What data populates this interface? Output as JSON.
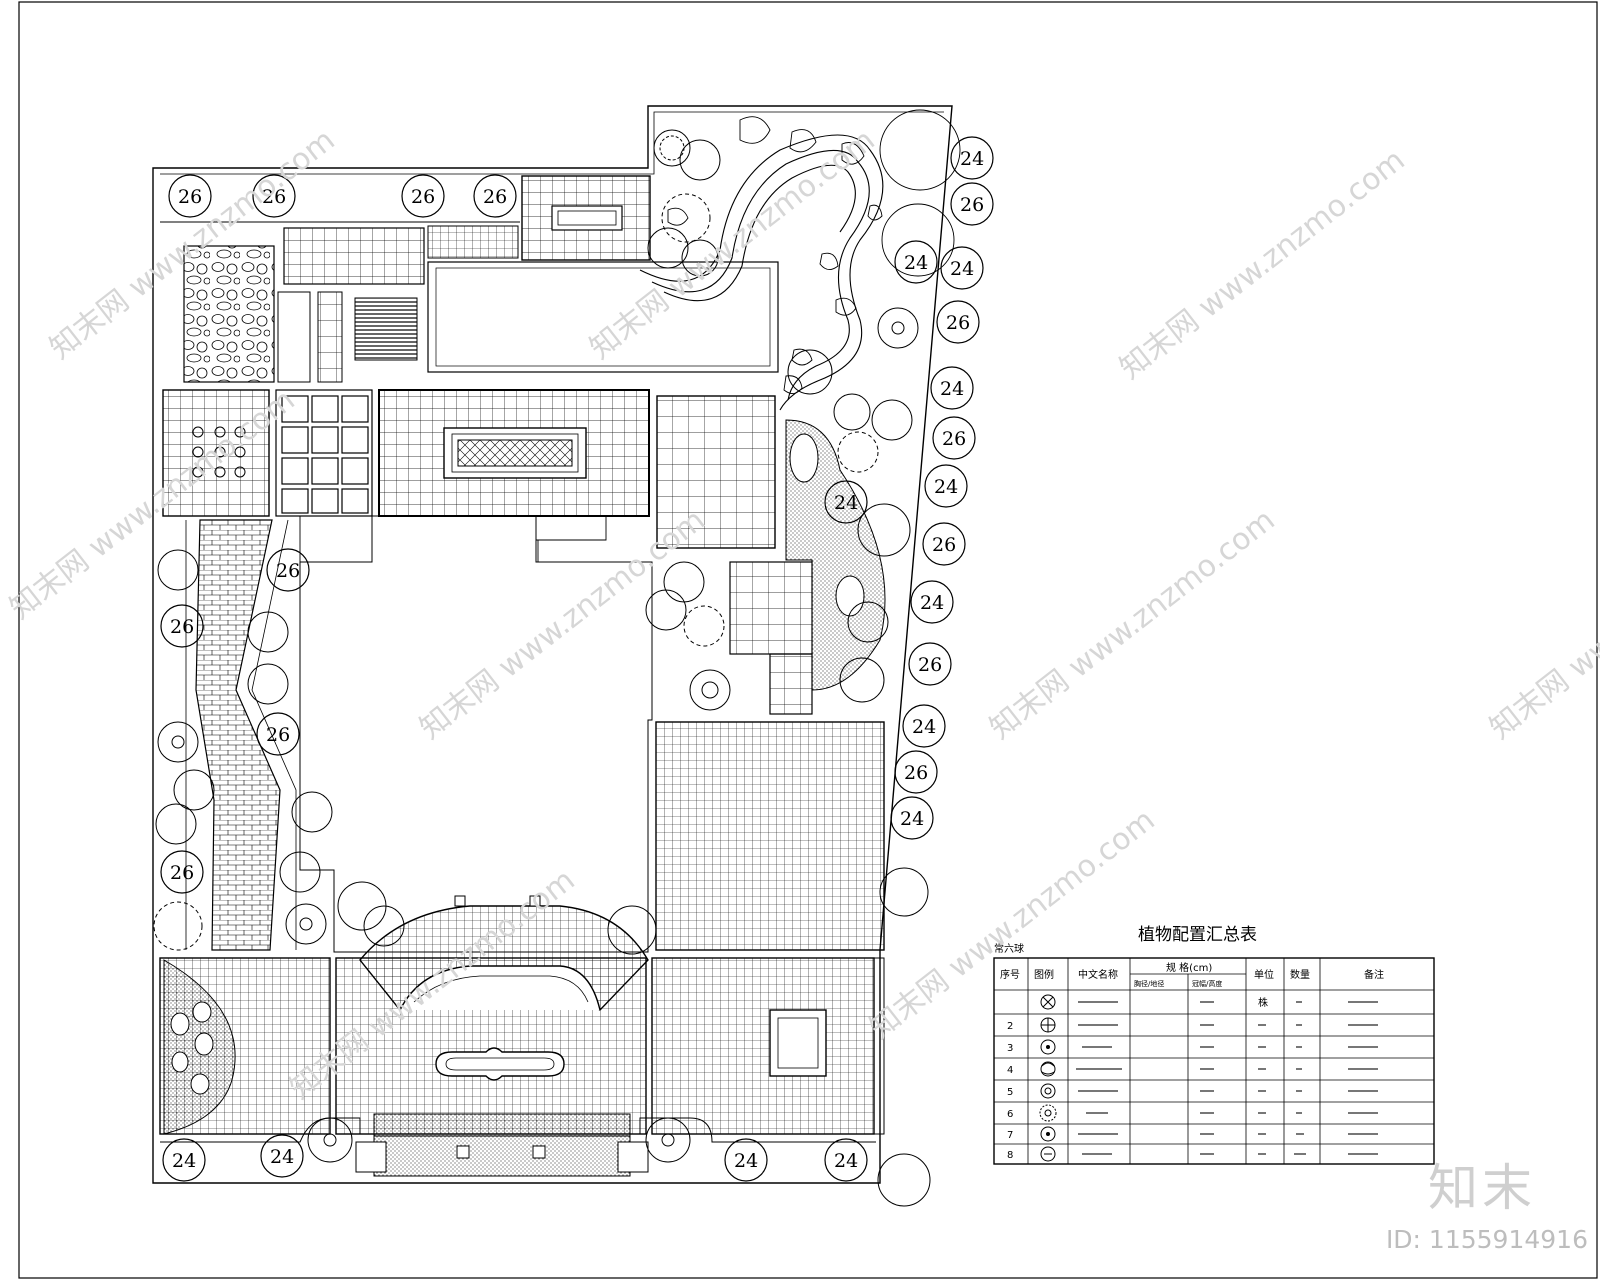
{
  "trees": [
    {
      "label": "26"
    },
    {
      "label": "26"
    },
    {
      "label": "26"
    },
    {
      "label": "26"
    },
    {
      "label": "24"
    },
    {
      "label": "26"
    },
    {
      "label": "24"
    },
    {
      "label": "24"
    },
    {
      "label": "26"
    },
    {
      "label": "24"
    },
    {
      "label": "26"
    },
    {
      "label": "24"
    },
    {
      "label": "26"
    },
    {
      "label": "24"
    },
    {
      "label": "26"
    },
    {
      "label": "24"
    },
    {
      "label": "26"
    },
    {
      "label": "24"
    },
    {
      "label": "26"
    },
    {
      "label": "26"
    },
    {
      "label": "26"
    },
    {
      "label": "26"
    },
    {
      "label": "24"
    },
    {
      "label": "24"
    },
    {
      "label": "24"
    },
    {
      "label": "24"
    },
    {
      "label": "24"
    }
  ],
  "table": {
    "title": "植物配置汇总表",
    "tag": "常六球",
    "headers": [
      "序号",
      "图例",
      "中文名称",
      "规 格(cm)",
      "单位",
      "数量",
      "备注"
    ],
    "sub_headers": [
      "胸径/地径",
      "冠幅/高度"
    ],
    "rows": [
      {
        "no": "",
        "name": "",
        "spec": "",
        "unit": "株",
        "qty": "",
        "note": ""
      },
      {
        "no": "2",
        "name": "",
        "spec": "",
        "unit": "",
        "qty": "",
        "note": ""
      },
      {
        "no": "3",
        "name": "",
        "spec": "",
        "unit": "",
        "qty": "",
        "note": ""
      },
      {
        "no": "4",
        "name": "",
        "spec": "",
        "unit": "",
        "qty": "",
        "note": ""
      },
      {
        "no": "5",
        "name": "",
        "spec": "",
        "unit": "",
        "qty": "",
        "note": ""
      },
      {
        "no": "6",
        "name": "",
        "spec": "",
        "unit": "",
        "qty": "",
        "note": ""
      },
      {
        "no": "7",
        "name": "",
        "spec": "",
        "unit": "",
        "qty": "",
        "note": ""
      },
      {
        "no": "8",
        "name": "",
        "spec": "",
        "unit": "",
        "qty": "",
        "note": ""
      }
    ]
  },
  "watermarks": [
    "知末网 www.znzmo.com"
  ],
  "brand": {
    "logo": "知末",
    "id": "ID: 1155914916"
  }
}
